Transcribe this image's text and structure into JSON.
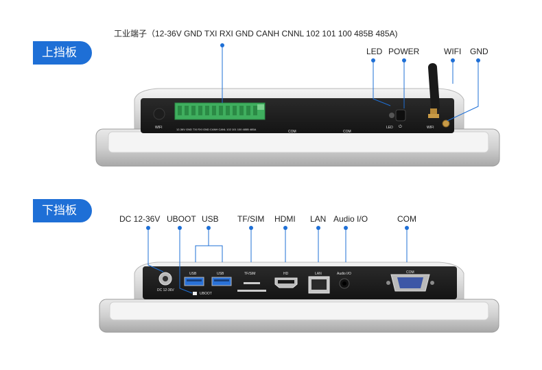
{
  "top_panel": {
    "tag": "上挡板",
    "terminal_label": "工业端子（12-36V GND TXI RXI GND CANH CNNL 102 101 100 485B 485A)",
    "labels": {
      "led": "LED",
      "power": "POWER",
      "wifi": "WIFI",
      "gnd": "GND"
    },
    "silk": {
      "wifi_left": "WIFI",
      "terminal_pins": "12-36V GND TXI RXI GND CANH CANL 102 101 100 485B 485A",
      "com1": "COM",
      "com2": "COM",
      "led": "LED",
      "wifi_right": "WIFI"
    }
  },
  "bottom_panel": {
    "tag": "下挡板",
    "labels": {
      "dc": "DC 12-36V",
      "uboot": "UBOOT",
      "usb": "USB",
      "tfsim": "TF/SIM",
      "hdmi": "HDMI",
      "lan": "LAN",
      "audio": "Audio I/O",
      "com": "COM"
    },
    "silk": {
      "usb1": "USB",
      "usb2": "USB",
      "tfsim": "TF/SIM",
      "hd": "HD",
      "lan": "LAN",
      "audio": "Audio I/O",
      "com": "COM",
      "dc": "DC 12-36V",
      "uboot": "UBOOT"
    }
  },
  "colors": {
    "accent": "#1e6fd6",
    "terminal_green": "#3fae5e",
    "usb_blue": "#2a72d8"
  }
}
